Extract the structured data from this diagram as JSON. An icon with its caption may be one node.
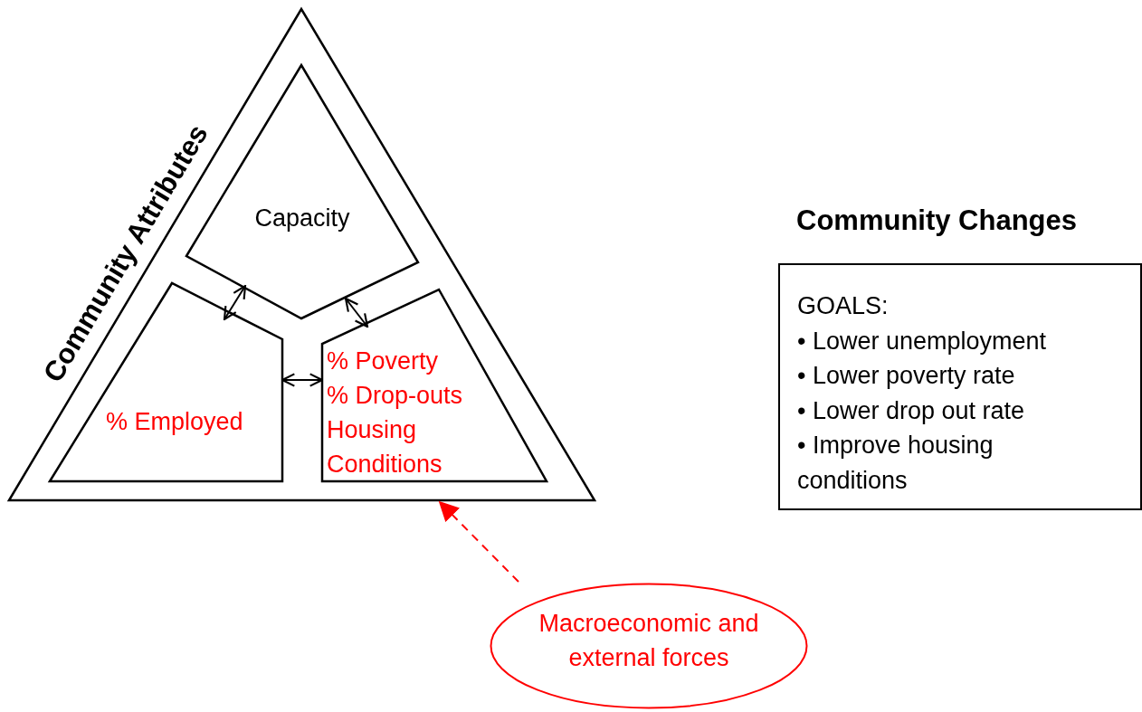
{
  "diagram": {
    "nodes": [
      {
        "text": [
          "Community Attributes"
        ]
      },
      {
        "text": [
          "Capacity"
        ],
        "in": 0
      },
      {
        "text": [
          "% Employed"
        ],
        "in": 0
      },
      {
        "text": [
          "% Poverty",
          "% Drop-outs",
          "Housing Conditions"
        ],
        "in": 0
      },
      {
        "text": [
          "Community Changes",
          "GOALS:",
          "• Lower unemployment",
          "• Lower poverty rate",
          "• Lower drop out rate",
          "• Improve housing conditions"
        ]
      },
      {
        "text": [
          "Macroeconomic and external forces"
        ]
      }
    ],
    "edges": [
      {
        "from": 1,
        "to": 2,
        "arrow": "both"
      },
      {
        "from": 1,
        "to": 3,
        "arrow": "both"
      },
      {
        "from": 2,
        "to": 3,
        "arrow": "both"
      },
      {
        "from": 5,
        "to": 0,
        "arrow": "to",
        "style": "dashed",
        "color": "#ff0000"
      }
    ]
  }
}
